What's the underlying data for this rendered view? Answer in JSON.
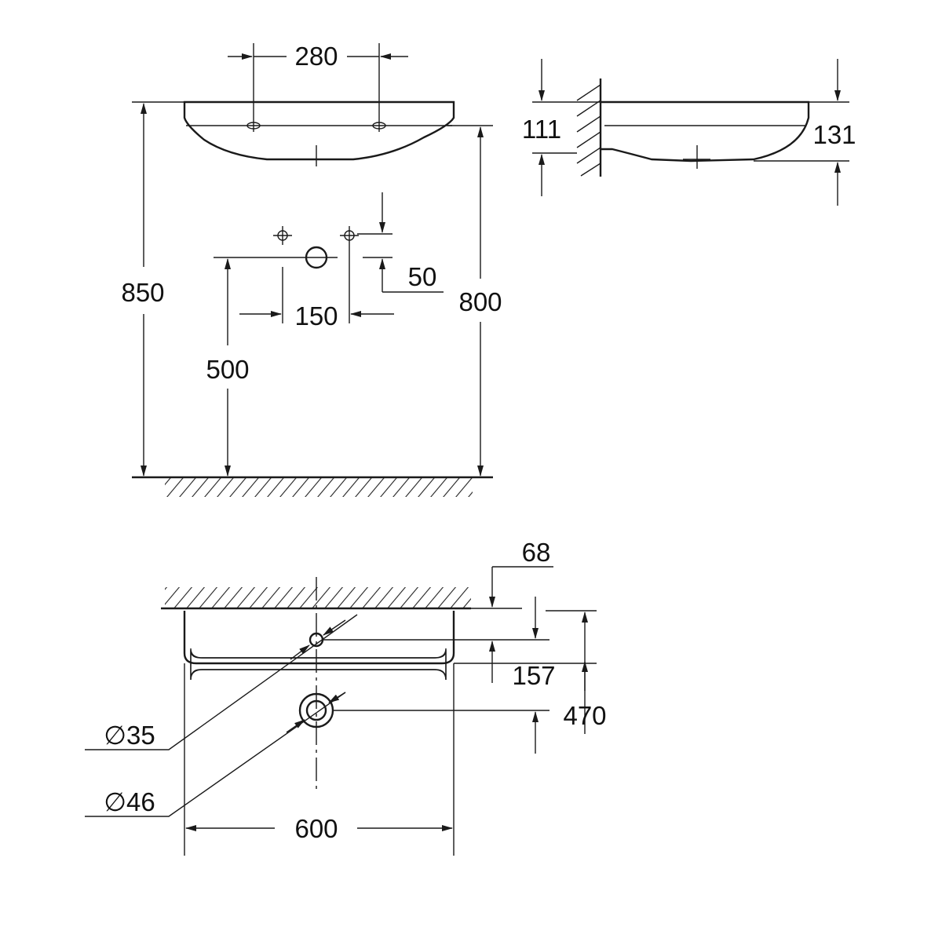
{
  "title": "Wall-mounted washbasin dimension drawing",
  "front_view": {
    "tap_hole_spacing": "280",
    "total_height": "850",
    "rim_height": "800",
    "supply_spacing": "150",
    "supply_offset": "50",
    "waste_height": "500"
  },
  "side_view": {
    "depth_at_wall": "111",
    "depth_front": "131"
  },
  "top_view": {
    "wall_offset": "68",
    "tap_hole_distance": "157",
    "projection": "470",
    "tap_hole_diameter": "∅35",
    "drain_diameter": "∅46",
    "width": "600"
  },
  "colors": {
    "line": "#1a1a1a",
    "background": "#ffffff"
  }
}
